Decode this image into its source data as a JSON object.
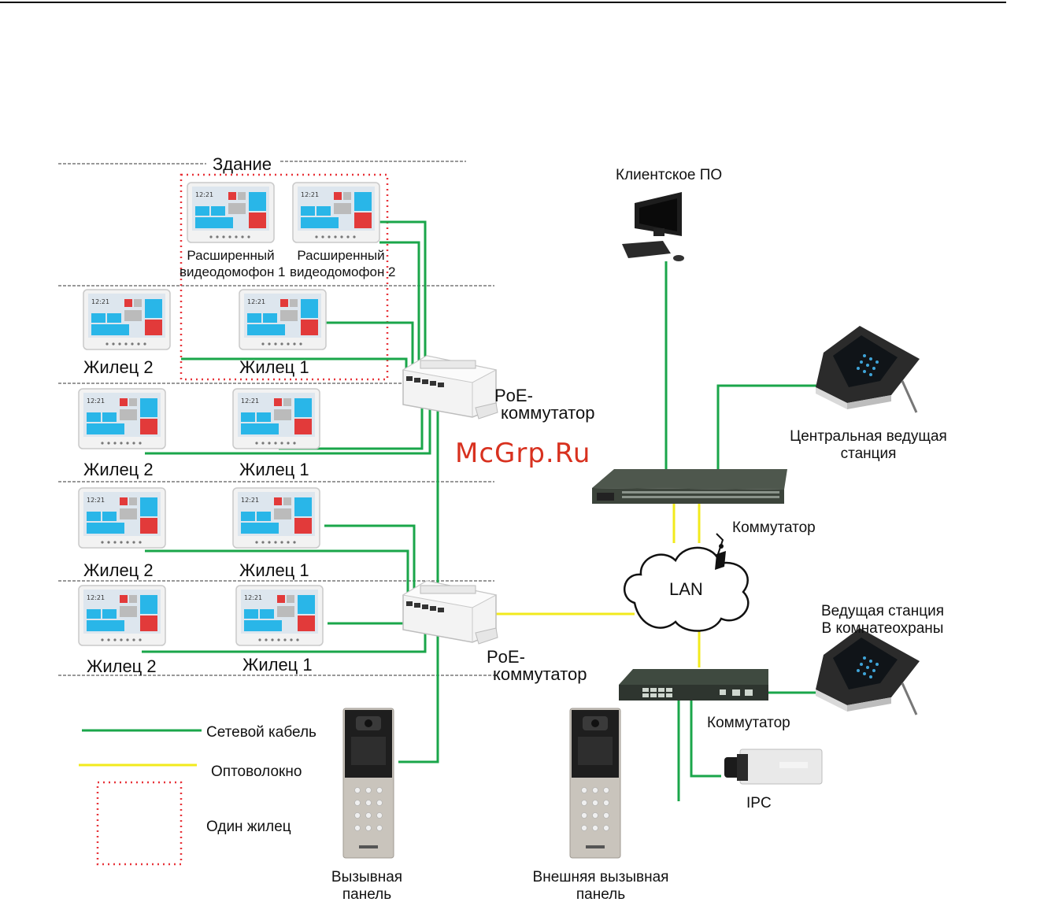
{
  "labels": {
    "building": "Здание",
    "ext_monitor_1_line1": "Расширенный",
    "ext_monitor_1_line2": "видеодомофон 1",
    "ext_monitor_2_line1": "Расширенный",
    "ext_monitor_2_line2": "видеодомофон 2",
    "resident_1": "Жилец   1",
    "resident_2": "Жилец   2",
    "poe_switch_line1": "PoE-",
    "poe_switch_line2": "коммутатор",
    "client_software": "Клиентское ПО",
    "central_master_line1": "Центральная ведущая",
    "central_master_line2": "станция",
    "switch": "Коммутатор",
    "lan": "LAN",
    "guard_master_line1": "Ведущая станция",
    "guard_master_line2": "В комнатеохраны",
    "ipc": "IPC",
    "door_station_line1": "Вызывная",
    "door_station_line2": "панель",
    "outer_door_station_line1": "Внешняя вызывная",
    "outer_door_station_line2": "панель",
    "watermark": "McGrp.Ru"
  },
  "legend": {
    "network_cable": "Сетевой кабель",
    "fiber": "Оптоволокно",
    "one_resident": "Один жилец"
  },
  "monitor_screen": {
    "time": "12:21"
  },
  "colors": {
    "network_cable": "#1aa64a",
    "fiber": "#f2ea1c",
    "resident_box": "#e8343a",
    "watermark": "#d8311f",
    "tile_blue": "#29b6e8",
    "tile_red": "#e23a3a"
  }
}
